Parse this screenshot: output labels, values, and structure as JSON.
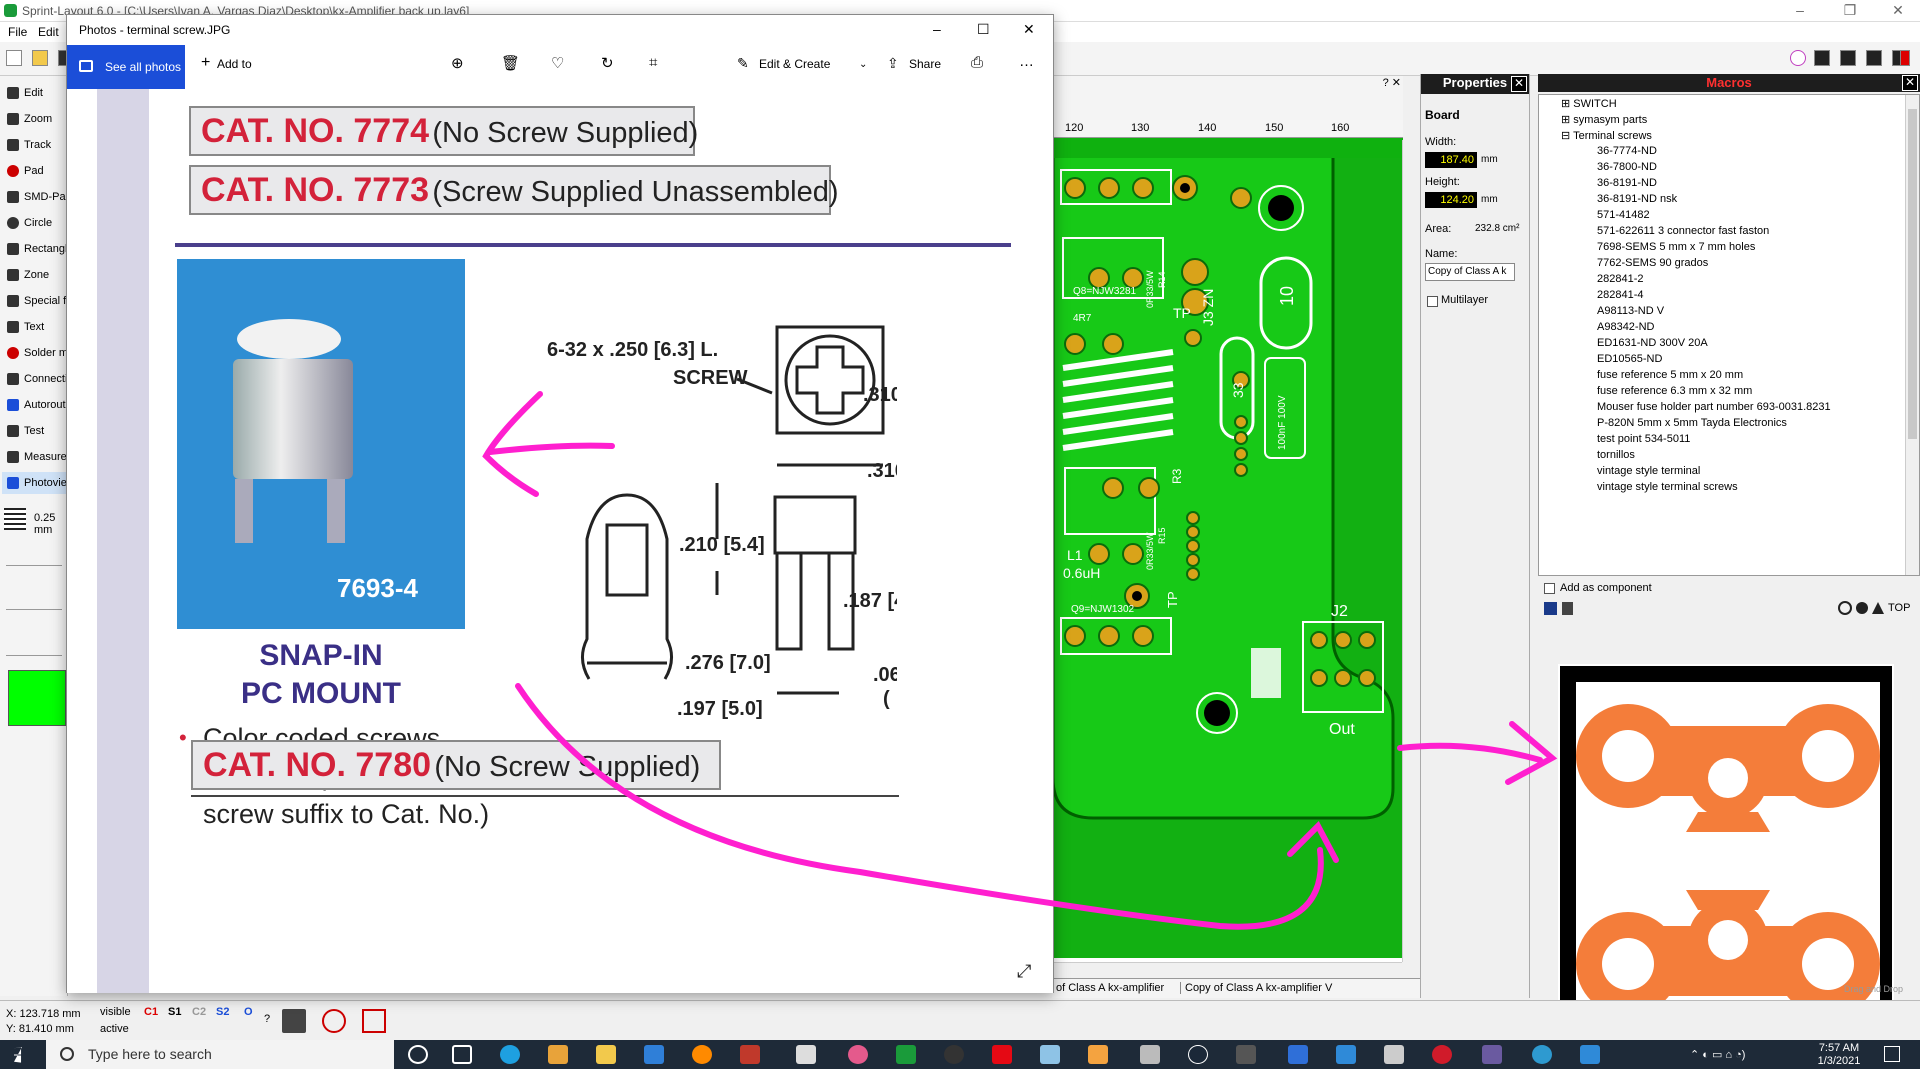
{
  "app": {
    "title": "Sprint-Layout 6.0 - [C:\\Users\\Ivan A. Vargas Diaz\\Desktop\\kx-Amplifier back up.lay6]",
    "menu": [
      "File",
      "Edit"
    ]
  },
  "left_tools": [
    "Edit",
    "Zoom",
    "Track",
    "Pad",
    "SMD-Pad",
    "Circle",
    "Rectangle",
    "Zone",
    "Special form",
    "Text",
    "Solder mask",
    "Connections",
    "Autoroute",
    "Test",
    "Measure",
    "Photoview"
  ],
  "left_tool_icons": [
    "arrow-icon",
    "zoom-icon",
    "track-icon",
    "pad-icon",
    "smd-pad-icon",
    "circle-icon",
    "rectangle-icon",
    "zone-icon",
    "special-form-icon",
    "text-icon",
    "solder-mask-icon",
    "connections-icon",
    "autoroute-icon",
    "test-icon",
    "measure-icon",
    "photoview-icon"
  ],
  "grid_value": "0.25 mm",
  "pcb": {
    "ruler": [
      "120",
      "130",
      "140",
      "150",
      "160"
    ],
    "labels": {
      "q8": "Q8=NJW3281",
      "r4r7": "4R7",
      "tp1": "TP",
      "j3": "J3 ZN",
      "r14": "R14",
      "r14v": "0R33/5W",
      "c10": "10",
      "r33": "33",
      "r3": "R3",
      "cap": "100nF 100V",
      "l1": "L1",
      "l1v": "0.6uH",
      "r15": "R15",
      "r15v": "0R33/5W",
      "tp2": "TP",
      "q9": "Q9=NJW1302",
      "j2": "J2",
      "out": "Out"
    }
  },
  "photos": {
    "title": "Photos - terminal screw.JPG",
    "see_all": "See all photos",
    "add_to": "Add to",
    "edit_create": "Edit & Create",
    "share": "Share",
    "toolbar_icons": [
      "zoom-in-icon",
      "delete-icon",
      "favorite-icon",
      "rotate-icon",
      "crop-icon",
      "more-icon"
    ],
    "image": {
      "cat1_no": "CAT. NO. 7774",
      "cat1_desc": "(No Screw Supplied)",
      "cat2_no": "CAT. NO. 7773",
      "cat2_desc": "(Screw Supplied Unassembled)",
      "part_no": "7693-4",
      "heading1": "SNAP-IN",
      "heading2": "PC MOUNT",
      "bullet": "Color coded screws available (add color screw suffix to Cat. No.)",
      "screw_spec1": "6-32 x .250 [6.3] L.",
      "screw_spec2": "SCREW",
      "dim1": ".310",
      "dim2": ".310",
      "dim3": ".210 [5.4]",
      "dim4": ".187 [4",
      "dim5": ".276 [7.0]",
      "dim6": ".06",
      "dim6b": "(",
      "dim7": ".197 [5.0]",
      "cat3_no": "CAT. NO. 7780",
      "cat3_desc": "(No Screw Supplied)"
    }
  },
  "properties": {
    "title": "Properties",
    "section": "Board",
    "width_label": "Width:",
    "width_value": "187.40",
    "height_label": "Height:",
    "height_value": "124.20",
    "unit": "mm",
    "area_label": "Area:",
    "area_value": "232.8 cm²",
    "name_label": "Name:",
    "name_value": "Copy of Class A k",
    "multilayer": "Multilayer"
  },
  "macros": {
    "title": "Macros",
    "folders": [
      "SWITCH",
      "symasym parts",
      "Terminal screws"
    ],
    "items": [
      "36-7774-ND",
      "36-7800-ND",
      "36-8191-ND",
      "36-8191-ND nsk",
      "571-41482",
      "571-622611 3 connector fast faston",
      "7698-SEMS 5 mm x 7 mm holes",
      "7762-SEMS 90 grados",
      "282841-2",
      "282841-4",
      "A98113-ND V",
      "A98342-ND",
      "ED1631-ND 300V 20A",
      "ED10565-ND",
      "fuse reference 5 mm x 20 mm",
      "fuse reference 6.3 mm x 32 mm",
      "Mouser fuse holder part number 693-0031.8231",
      "P-820N 5mm x 5mm Tayda Electronics",
      "test point 534-5011",
      "tornillos",
      "vintage style terminal",
      "vintage style terminal screws"
    ],
    "add_as_component": "Add as component",
    "top_label": "TOP",
    "footer": "Drag and Drop"
  },
  "tabs": [
    "of Class A kx-amplifier",
    "Copy of Class A kx-amplifier V"
  ],
  "status": {
    "x": "X: 123.718 mm",
    "y": "Y:   81.410 mm",
    "visible": "visible",
    "active": "active",
    "layers": [
      "C1",
      "S1",
      "C2",
      "S2",
      "O"
    ],
    "question": "?"
  },
  "taskbar": {
    "search_placeholder": "Type here to search",
    "time": "7:57 AM",
    "date": "1/3/2021"
  },
  "colors": {
    "pcb_green": "#0fb10f",
    "annotation_magenta": "#ff1fcf",
    "copper_pad": "#d9a31a",
    "macro_copper": "#f47d3a",
    "photos_accent": "#1b4ed8"
  }
}
